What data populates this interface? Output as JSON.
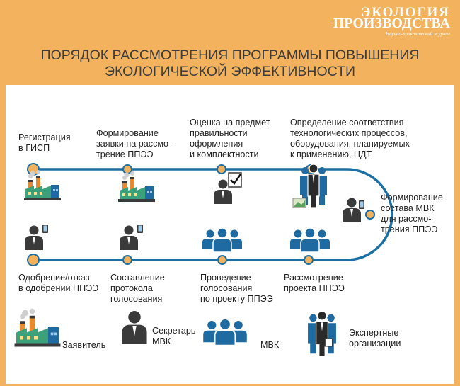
{
  "header": {
    "logo_line1": "ЭКОЛОГИЯ",
    "logo_line2": "ПРОИЗВОДСТВА",
    "logo_subtitle": "Научно-практический журнал",
    "title_line1": "ПОРЯДОК РАССМОТРЕНИЯ ПРОГРАММЫ ПОВЫШЕНИЯ",
    "title_line2": "ЭКОЛОГИЧЕСКОЙ ЭФФЕКТИВНОСТИ"
  },
  "steps": {
    "s1": "Регистрация\nв ГИСП",
    "s2": "Формирование\nзаявки на рассмо-\nтрение ППЭЭ",
    "s3": "Оценка на предмет\nправильности\nоформления\nи комплектности",
    "s4": "Определение соответствия\nтехнологических процессов,\nоборудования, планируемых\nк применению, НДТ",
    "s5": "Формирование\nсостава МВК\nдля рассмо-\nтрения ППЭЭ",
    "s6": "Рассмотрение\nпроекта ППЭЭ",
    "s7": "Проведение\nголосования\nпо проекту ППЭЭ",
    "s8": "Составление\nпротокола\nголосования",
    "s9": "Одобрение/отказ\nв одобрении ППЭЭ"
  },
  "legend": {
    "applicant": "Заявитель",
    "secretary": "Секретарь\nМВК",
    "mvk": "МВК",
    "experts": "Экспертные\nорганизации"
  },
  "colors": {
    "background": "#f3b25e",
    "track": "#1b6fa3",
    "node_fill": "#f3b25e",
    "person": "#3a3a3a",
    "team": "#1f6aa0",
    "factory_green": "#3aa17a",
    "factory_orange": "#e78a2f"
  }
}
